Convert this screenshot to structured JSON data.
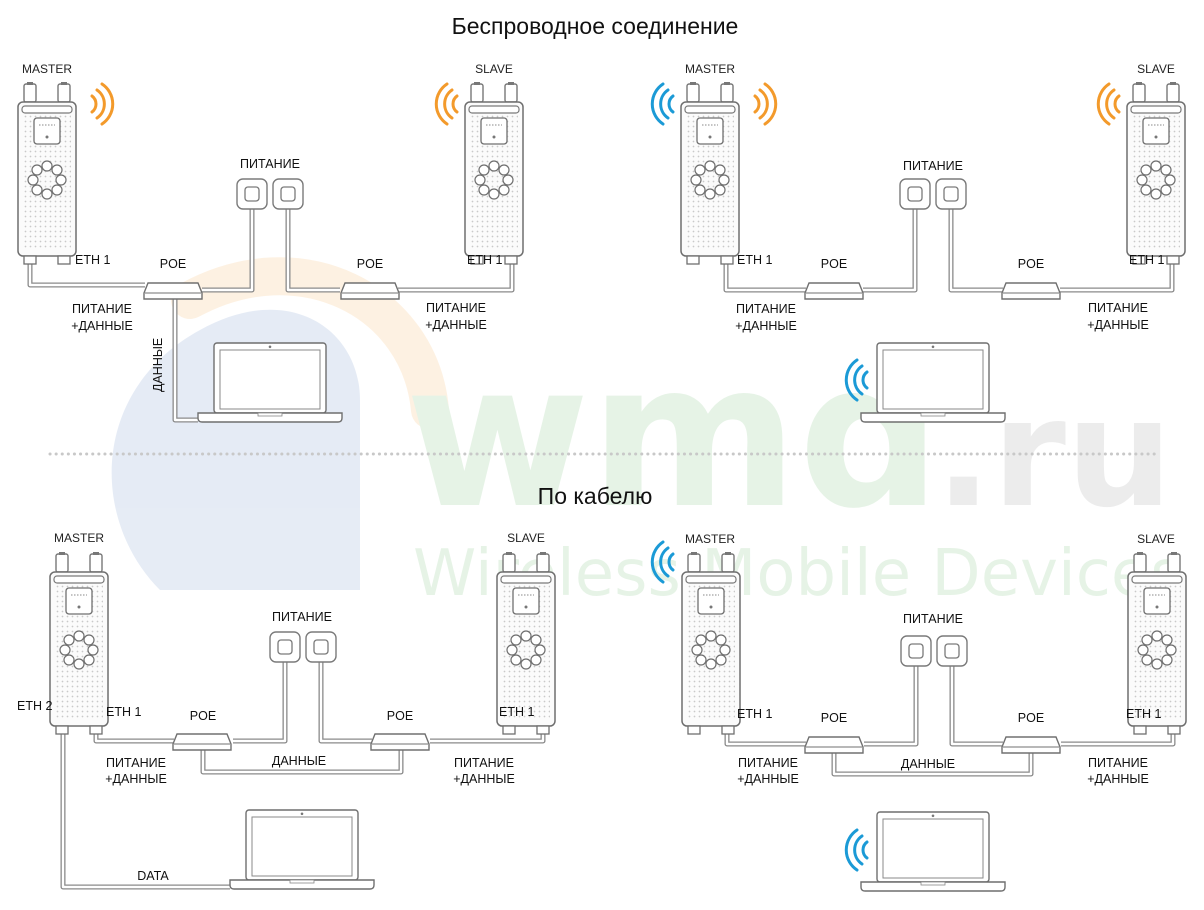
{
  "titles": {
    "wireless": "Беспроводное соединение",
    "cable": "По кабелю"
  },
  "watermark": {
    "brand": "wmd",
    "tld": ".ru",
    "subtitle": "Wireless Mobile Devices"
  },
  "labels": {
    "master": "MASTER",
    "slave": "SLAVE",
    "power": "ПИТАНИЕ",
    "eth1": "ETH 1",
    "eth2": "ETH 2",
    "poe": "POE",
    "power_data_1": "ПИТАНИЕ",
    "power_data_2": "+ДАННЫЕ",
    "data": "ДАННЫЕ",
    "data_en": "DATA"
  },
  "colors": {
    "signal_orange": "#f39a2b",
    "signal_blue": "#1b9ad6",
    "line": "#8a8a8a",
    "divider": "#c8c8c8"
  },
  "icons": [
    "router-device",
    "power-outlet",
    "poe-injector",
    "laptop",
    "wifi-signal"
  ]
}
